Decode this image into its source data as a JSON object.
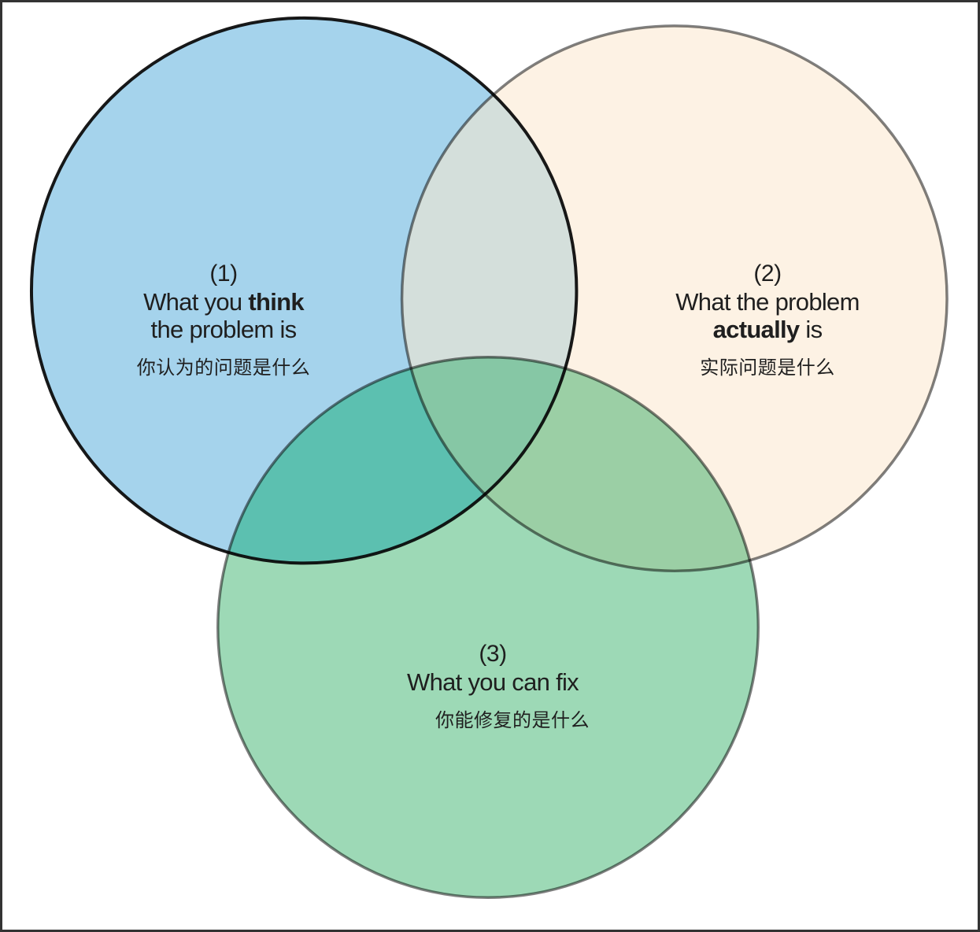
{
  "diagram": {
    "type": "venn",
    "background": "#ffffff",
    "frame_color": "#333333",
    "text_color": "#1f1f1f",
    "circle1": {
      "number": "(1)",
      "title_pre": "What you ",
      "title_bold": "think",
      "title_line2": "the problem is",
      "subtitle": "你认为的问题是什么",
      "fill": "#a5d3ec",
      "stroke": "rgba(8,8,8,0.93)"
    },
    "circle2": {
      "number": "(2)",
      "title_line1": "What the problem",
      "title_bold": "actually",
      "title_post": " is",
      "subtitle": "实际问题是什么",
      "fill": "#fdf2e4",
      "stroke": "rgba(0,0,0,0.5)"
    },
    "circle3": {
      "number": "(3)",
      "title": "What you can fix",
      "subtitle": "你能修复的是什么",
      "fill": "#9dd9b6",
      "stroke": "rgba(0,0,0,0.5)"
    },
    "overlaps": {
      "c1_c2": "#d4dfdb",
      "c1_c3": "#5cc0b0",
      "c2_c3": "#9bcfa5",
      "c1_c2_c3": "#86c7a5"
    }
  }
}
